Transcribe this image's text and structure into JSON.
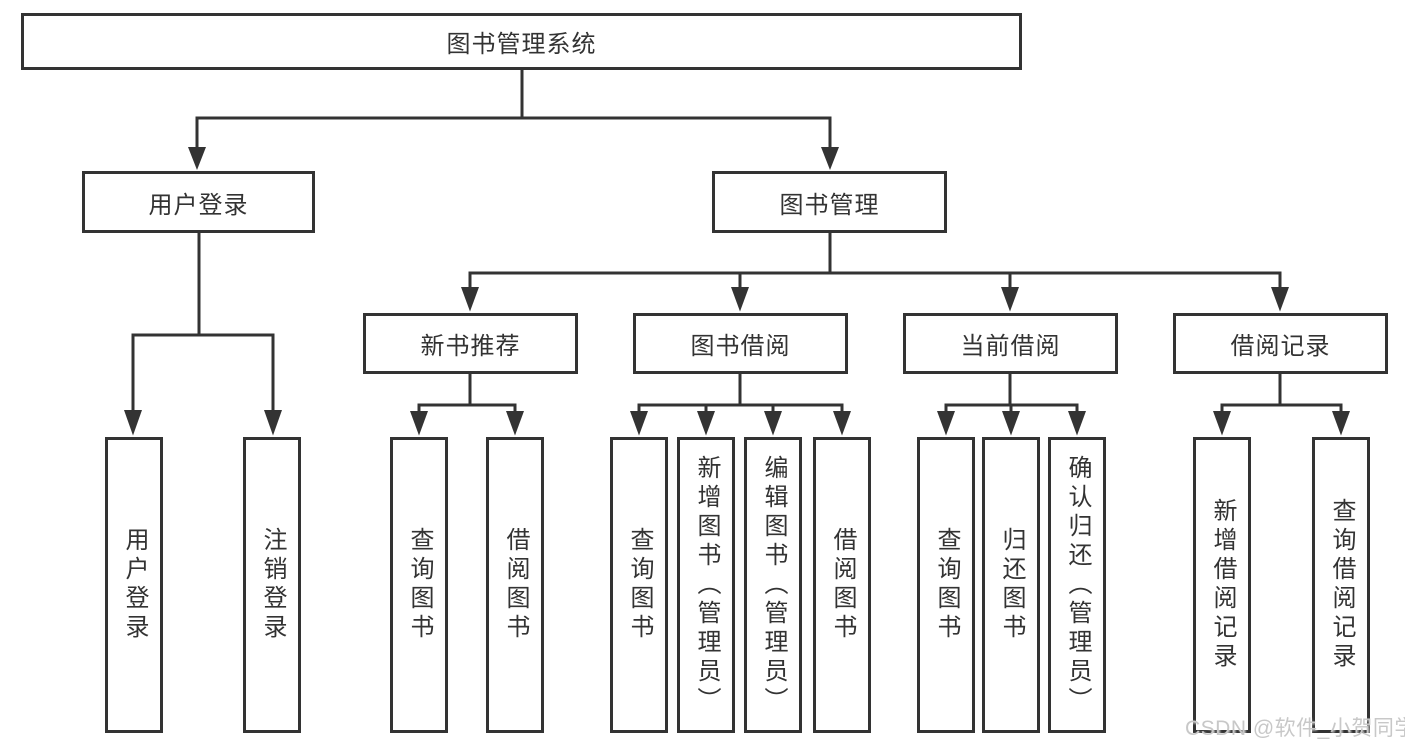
{
  "colors": {
    "line": "#333333",
    "box_border": "#333333",
    "text": "#333333",
    "watermark_text": "#c8c8c8",
    "background": "#ffffff"
  },
  "watermark": {
    "text": "CSDN @软件_小贺同学"
  },
  "tree": {
    "label": "图书管理系统",
    "children": [
      {
        "label": "用户登录",
        "children": [
          {
            "label": "用户登录"
          },
          {
            "label": "注销登录"
          }
        ]
      },
      {
        "label": "图书管理",
        "children": [
          {
            "label": "新书推荐",
            "children": [
              {
                "label": "查询图书"
              },
              {
                "label": "借阅图书"
              }
            ]
          },
          {
            "label": "图书借阅",
            "children": [
              {
                "label": "查询图书"
              },
              {
                "label": "新增图书（管理员）"
              },
              {
                "label": "编辑图书（管理员）"
              },
              {
                "label": "借阅图书"
              }
            ]
          },
          {
            "label": "当前借阅",
            "children": [
              {
                "label": "查询图书"
              },
              {
                "label": "归还图书"
              },
              {
                "label": "确认归还（管理员）"
              }
            ]
          },
          {
            "label": "借阅记录",
            "children": [
              {
                "label": "新增借阅记录"
              },
              {
                "label": "查询借阅记录"
              }
            ]
          }
        ]
      }
    ]
  }
}
